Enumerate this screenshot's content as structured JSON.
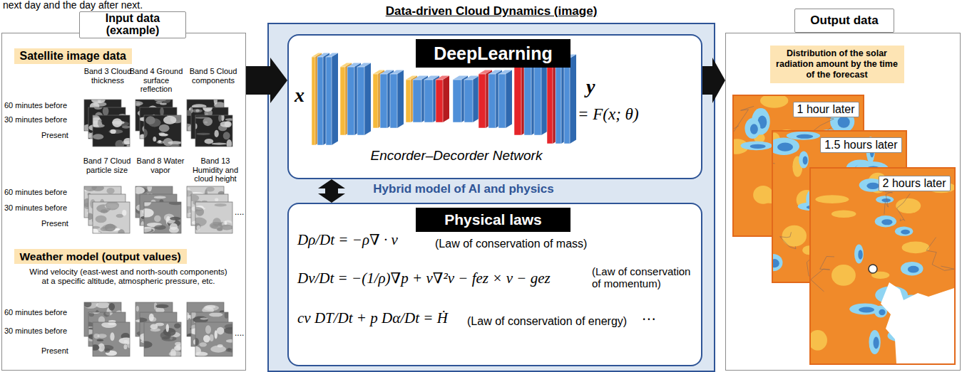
{
  "diagram": {
    "nodes": [
      {
        "text": [
          "Input data (example)"
        ]
      },
      {
        "text": [
          "Satellite image data"
        ],
        "in": 0
      },
      {
        "text": [
          "Weather model (output values)"
        ],
        "in": 0
      },
      {
        "text": [
          "Data-driven Cloud Dynamics (image)"
        ]
      },
      {
        "text": [
          "x",
          "y",
          "= F(x; θ)",
          "Encorder–Decorder Network"
        ],
        "in": 3
      },
      {
        "text": [
          "DeepLearning"
        ],
        "in": 4
      },
      {
        "text": [
          "Dρ/Dt = −ρ∇ · v",
          "(Law of conservation of mass)",
          "Dv/Dt = −(1/ρ)∇p + ν∇²v − fez × v − gez",
          "(Law of conservation of momentum)",
          "cv DT/Dt + p Dα/Dt = Ḣ",
          "(Law of conservation of energy)",
          "⋯"
        ],
        "in": 3
      },
      {
        "text": [
          "Physical laws"
        ],
        "in": 6
      },
      {
        "text": [
          "Output data"
        ]
      },
      {
        "text": [
          "Distribution of the solar radiation amount by the time of the forecast"
        ],
        "in": 8
      },
      {
        "text": [
          "1 hour later"
        ],
        "in": 8
      },
      {
        "text": [
          "1.5 hours later"
        ],
        "in": 8
      },
      {
        "text": [
          "2 hours later"
        ],
        "in": 8
      }
    ],
    "edges": [
      {
        "from": 0,
        "to": 4,
        "arrow": "to"
      },
      {
        "from": 4,
        "to": 6,
        "arrow": "both"
      },
      {
        "from": 4,
        "to": 8,
        "arrow": "to"
      }
    ],
    "labels": [
      "next day and the day after next.",
      "Band 3 Cloud thickness",
      "Band 4 Ground surface reflection",
      "Band 5 Cloud components",
      "60 minutes before",
      "30 minutes before",
      "Present",
      "Band 7 Cloud particle size",
      "Band 8 Water vapor",
      "Band 13 Humidity and cloud height",
      "60 minutes before",
      "30 minutes before",
      "Present",
      "....",
      "Wind velocity (east-west and north-south components) at a specific altitude, atmospheric pressure, etc.",
      "60 minutes before",
      "30 minutes before",
      "Present",
      "....",
      "Hybrid model of AI and physics"
    ]
  }
}
